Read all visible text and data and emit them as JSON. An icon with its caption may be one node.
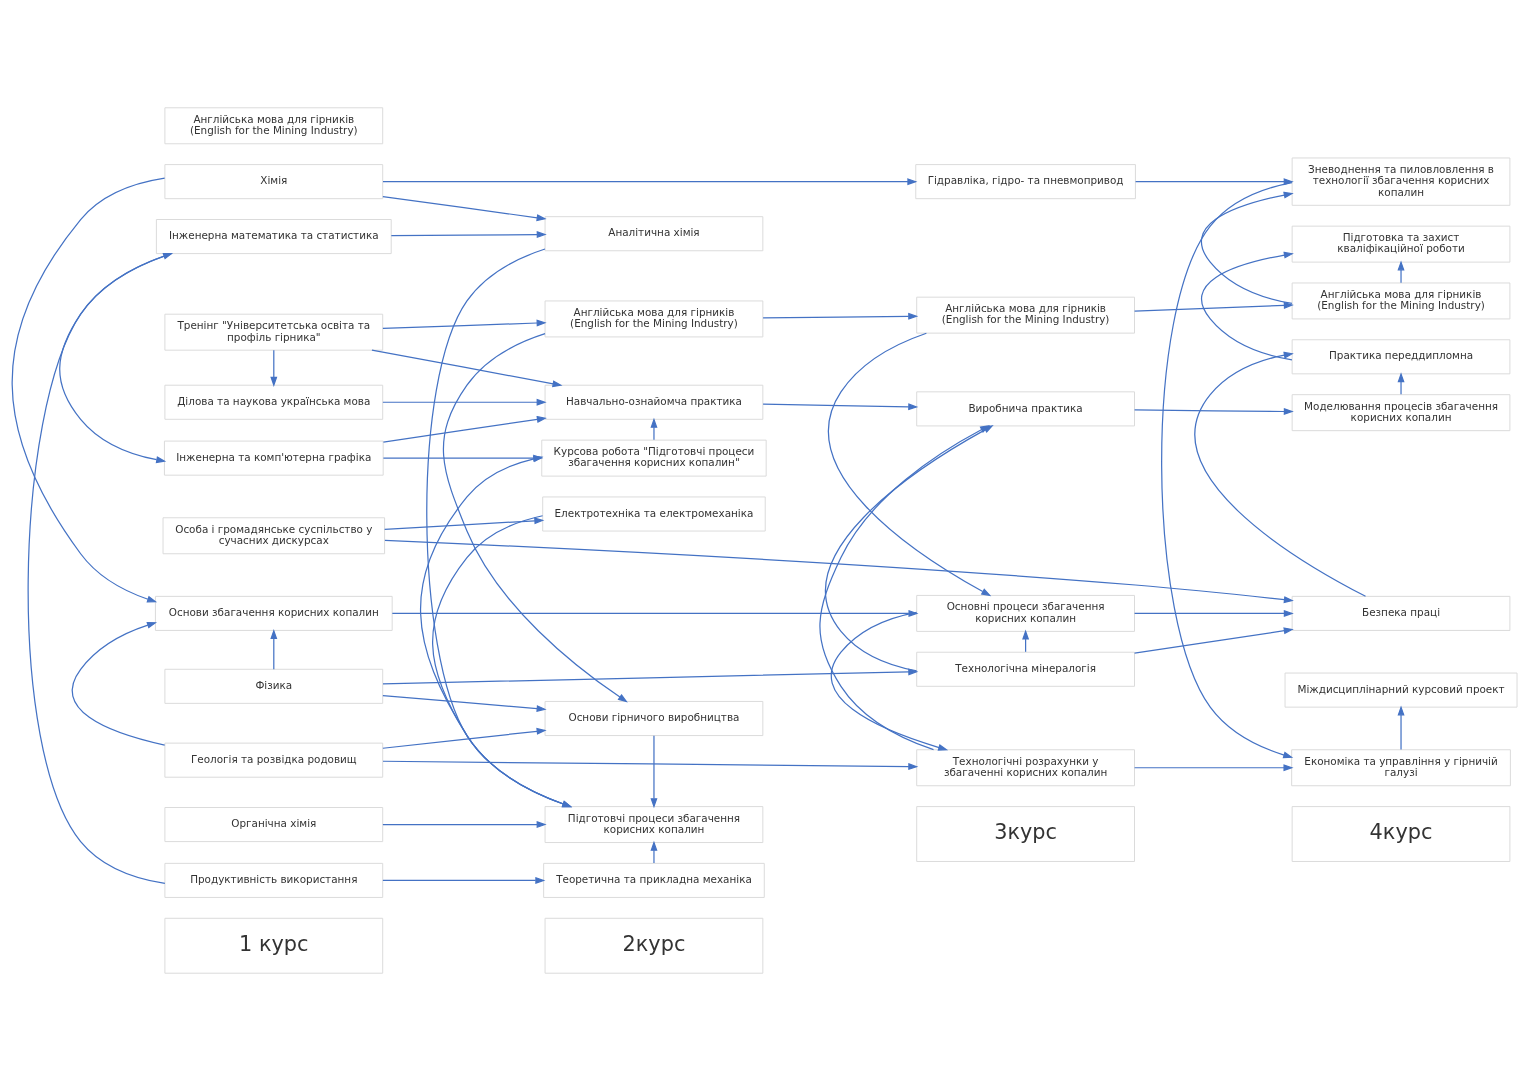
{
  "diagram": {
    "nodes": [
      {
        "text": [
          "1 курс"
        ]
      },
      {
        "text": [
          "2курс"
        ]
      },
      {
        "text": [
          "3курс"
        ]
      },
      {
        "text": [
          "4курс"
        ]
      },
      {
        "text": [
          "Тренінг \"Університетська освіта та профіль гірника\""
        ]
      },
      {
        "text": [
          "Продуктивність використання"
        ]
      },
      {
        "text": [
          "Особа і громадянське суспільство у сучасних дискурсах"
        ]
      },
      {
        "text": [
          "Англійська мова для гірників (English for the Mining Industry)"
        ]
      },
      {
        "text": [
          "Інженерна математика та статистика"
        ]
      },
      {
        "text": [
          "Хімія"
        ]
      },
      {
        "text": [
          "Геологія та розвідка родовищ"
        ]
      },
      {
        "text": [
          "Органічна хімія"
        ]
      },
      {
        "text": [
          "Ділова та наукова українська мова"
        ]
      },
      {
        "text": [
          "Інженерна та комп'ютерна графіка"
        ]
      },
      {
        "text": [
          "Фізика"
        ]
      },
      {
        "text": [
          "Основи збагачення корисних копалин"
        ]
      },
      {
        "text": [
          "Англійська мова для гірників (English for the Mining Industry)"
        ]
      },
      {
        "text": [
          "Теоретична та прикладна механіка"
        ]
      },
      {
        "text": [
          "Електротехніка та електромеханіка"
        ]
      },
      {
        "text": [
          "Аналітична хімія"
        ]
      },
      {
        "text": [
          "Основи гірничого виробництва"
        ]
      },
      {
        "text": [
          "Підготовчі процеси збагачення корисних копалин"
        ]
      },
      {
        "text": [
          "Курсова робота \"Підготовчі процеси збагачення корисних копалин\""
        ]
      },
      {
        "text": [
          "Навчально-ознайомча практика"
        ]
      },
      {
        "text": [
          "Англійська мова для гірників (English for the Mining Industry)"
        ]
      },
      {
        "text": [
          "Основні процеси збагачення корисних копалин"
        ]
      },
      {
        "text": [
          "Технологічна мінералогія"
        ]
      },
      {
        "text": [
          "Гідравліка, гідро- та пневмопривод"
        ]
      },
      {
        "text": [
          "Технологічні розрахунки у збагаченні корисних копалин"
        ]
      },
      {
        "text": [
          "Виробнича практика"
        ]
      },
      {
        "text": [
          "Англійська мова для гірників (English for the Mining Industry)"
        ]
      },
      {
        "text": [
          "Безпека праці"
        ]
      },
      {
        "text": [
          "Зневоднення та пиловловлення в технології збагачення корисних копалин"
        ]
      },
      {
        "text": [
          "Економіка та управління у гірничій галузі"
        ]
      },
      {
        "text": [
          "Міждисциплінарний курсовий проект"
        ]
      },
      {
        "text": [
          "Моделювання процесів збагачення корисних копалин"
        ]
      },
      {
        "text": [
          "Практика переддипломна"
        ]
      },
      {
        "text": [
          "Підготовка та захист кваліфікаційної роботи"
        ]
      }
    ],
    "edges": [
      {
        "from": 4,
        "to": 16,
        "arrow": "to"
      },
      {
        "from": 16,
        "to": 24,
        "arrow": "to"
      },
      {
        "from": 24,
        "to": 30,
        "arrow": "to"
      },
      {
        "from": 5,
        "to": 17,
        "arrow": "to"
      },
      {
        "from": 5,
        "to": 8,
        "arrow": "to"
      },
      {
        "from": 4,
        "to": 12,
        "arrow": "to"
      },
      {
        "from": 8,
        "to": 13,
        "arrow": "to"
      },
      {
        "from": 9,
        "to": 15,
        "arrow": "to"
      },
      {
        "from": 10,
        "to": 15,
        "arrow": "to"
      },
      {
        "from": 14,
        "to": 15,
        "arrow": "to"
      },
      {
        "from": 6,
        "to": 18,
        "arrow": "to"
      },
      {
        "from": 6,
        "to": 31,
        "arrow": "to"
      },
      {
        "from": 8,
        "to": 19,
        "arrow": "to"
      },
      {
        "from": 9,
        "to": 19,
        "arrow": "to"
      },
      {
        "from": 16,
        "to": 20,
        "arrow": "to"
      },
      {
        "from": 10,
        "to": 20,
        "arrow": "to"
      },
      {
        "from": 14,
        "to": 20,
        "arrow": "to"
      },
      {
        "from": 20,
        "to": 21,
        "arrow": "to"
      },
      {
        "from": 21,
        "to": 22,
        "arrow": "to"
      },
      {
        "from": 22,
        "to": 23,
        "arrow": "to"
      },
      {
        "from": 17,
        "to": 21,
        "arrow": "to"
      },
      {
        "from": 18,
        "to": 21,
        "arrow": "to"
      },
      {
        "from": 19,
        "to": 21,
        "arrow": "to"
      },
      {
        "from": 11,
        "to": 21,
        "arrow": "to"
      },
      {
        "from": 13,
        "to": 22,
        "arrow": "to"
      },
      {
        "from": 4,
        "to": 23,
        "arrow": "to"
      },
      {
        "from": 12,
        "to": 23,
        "arrow": "to"
      },
      {
        "from": 13,
        "to": 23,
        "arrow": "to"
      },
      {
        "from": 23,
        "to": 29,
        "arrow": "to"
      },
      {
        "from": 24,
        "to": 25,
        "arrow": "to"
      },
      {
        "from": 26,
        "to": 25,
        "arrow": "to"
      },
      {
        "from": 15,
        "to": 25,
        "arrow": "to"
      },
      {
        "from": 14,
        "to": 26,
        "arrow": "to"
      },
      {
        "from": 9,
        "to": 27,
        "arrow": "to"
      },
      {
        "from": 10,
        "to": 28,
        "arrow": "to"
      },
      {
        "from": 25,
        "to": 28,
        "arrow": "to"
      },
      {
        "from": 28,
        "to": 29,
        "arrow": "to"
      },
      {
        "from": 26,
        "to": 29,
        "arrow": "to"
      },
      {
        "from": 25,
        "to": 31,
        "arrow": "to"
      },
      {
        "from": 26,
        "to": 31,
        "arrow": "to"
      },
      {
        "from": 27,
        "to": 32,
        "arrow": "to"
      },
      {
        "from": 28,
        "to": 33,
        "arrow": "to"
      },
      {
        "from": 29,
        "to": 35,
        "arrow": "to"
      },
      {
        "from": 32,
        "to": 33,
        "arrow": "to"
      },
      {
        "from": 33,
        "to": 34,
        "arrow": "to"
      },
      {
        "from": 30,
        "to": 32,
        "arrow": "to"
      },
      {
        "from": 31,
        "to": 36,
        "arrow": "to"
      },
      {
        "from": 35,
        "to": 36,
        "arrow": "to"
      },
      {
        "from": 30,
        "to": 37,
        "arrow": "to"
      },
      {
        "from": 36,
        "to": 37,
        "arrow": "to"
      }
    ]
  }
}
